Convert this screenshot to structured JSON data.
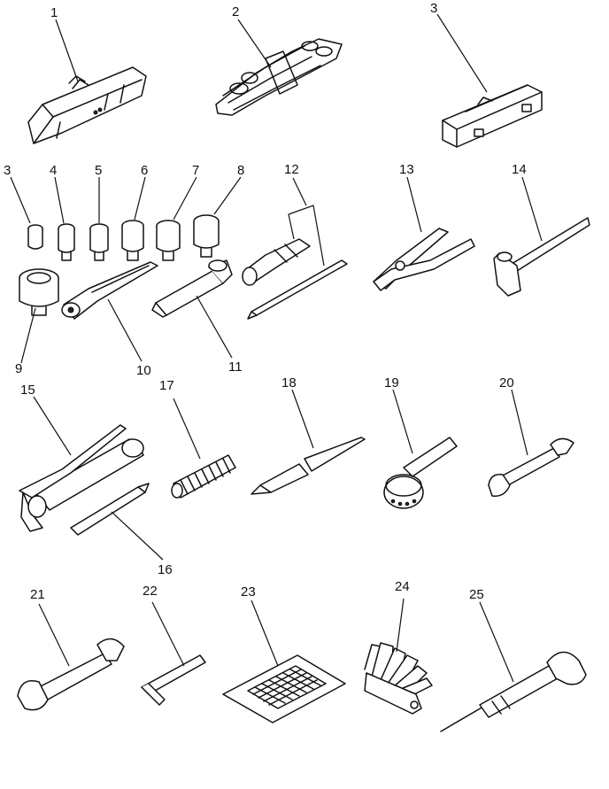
{
  "parts": [
    {
      "id": "toolbag",
      "label": "1"
    },
    {
      "id": "wrench-set",
      "label": "2"
    },
    {
      "id": "toolbox",
      "label": "3"
    },
    {
      "id": "socket-a",
      "label": "3"
    },
    {
      "id": "socket-b",
      "label": "4"
    },
    {
      "id": "socket-c",
      "label": "5"
    },
    {
      "id": "socket-d",
      "label": "6"
    },
    {
      "id": "socket-e",
      "label": "7"
    },
    {
      "id": "socket-f",
      "label": "8"
    },
    {
      "id": "socket-large",
      "label": "9"
    },
    {
      "id": "ratchet-handle",
      "label": "10"
    },
    {
      "id": "extension-bar",
      "label": "11"
    },
    {
      "id": "screwdriver-set",
      "label": "12"
    },
    {
      "id": "pliers",
      "label": "13"
    },
    {
      "id": "hammer",
      "label": "14"
    },
    {
      "id": "grease-gun",
      "label": "15"
    },
    {
      "id": "grease-nozzle",
      "label": "16"
    },
    {
      "id": "hose",
      "label": "17"
    },
    {
      "id": "scraper",
      "label": "18"
    },
    {
      "id": "filter-wrench",
      "label": "19"
    },
    {
      "id": "wrench-small",
      "label": "20"
    },
    {
      "id": "wrench-large",
      "label": "21"
    },
    {
      "id": "hex-key",
      "label": "22"
    },
    {
      "id": "parts-list",
      "label": "23"
    },
    {
      "id": "feeler-gauge",
      "label": "24"
    },
    {
      "id": "test-probe",
      "label": "25"
    }
  ]
}
